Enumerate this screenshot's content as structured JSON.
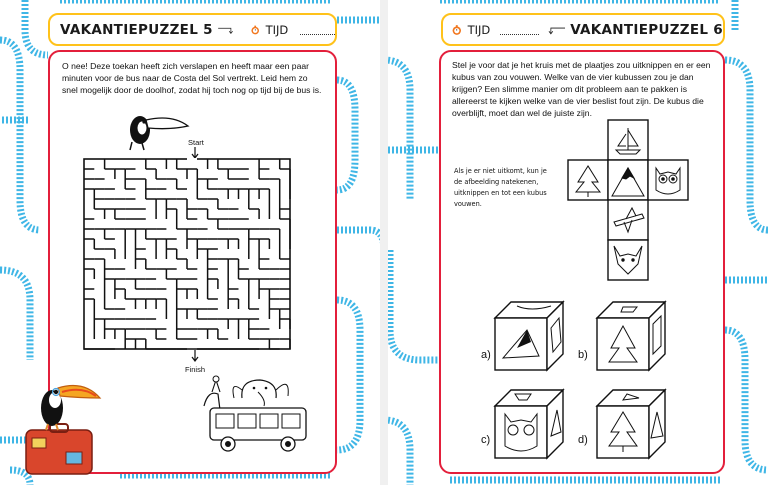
{
  "left_page": {
    "header_title": "VAKANTIEPUZZEL 5",
    "tijd_label": "TIJD",
    "intro_text": "O nee! Deze toekan heeft zich verslapen en heeft maar een paar minuten voor de bus naar de Costa del Sol vertrekt. Leid hem zo snel mogelijk door de doolhof, zodat hij toch nog op tijd bij de bus is.",
    "maze_start_label": "Start",
    "maze_finish_label": "Finish"
  },
  "right_page": {
    "header_title": "VAKANTIEPUZZEL 6",
    "tijd_label": "TIJD",
    "intro_text": "Stel je voor dat je het kruis met de plaatjes zou uitknippen en er een kubus van zou vouwen. Welke van de vier kubussen zou je dan krijgen? Een slimme manier om dit probleem aan te pakken is allereerst te kijken welke van de vier beslist fout zijn. De kubus die overblijft, moet dan wel de juiste zijn.",
    "hint_text": "Als je er niet uitkomt, kun je de afbeelding natekenen, uitknippen en tot een kubus vouwen.",
    "options": [
      {
        "label": "a)"
      },
      {
        "label": "b)"
      },
      {
        "label": "c)"
      },
      {
        "label": "d)"
      }
    ]
  },
  "colors": {
    "header_border": "#ffc21a",
    "panel_border": "#e31f3b",
    "track": "#3fb6e6",
    "tijd_icon": "#f2761d"
  },
  "icons": [
    "stopwatch-icon",
    "arrow-icon",
    "toucan-illustration",
    "bus-illustration",
    "suitcase-illustration"
  ]
}
